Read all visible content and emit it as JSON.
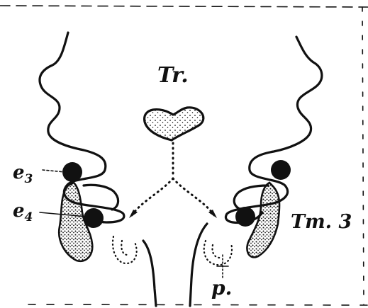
{
  "labels": {
    "tr": "Tr.",
    "e3_main": "e",
    "e3_sub": "3",
    "e4_main": "e",
    "e4_sub": "4",
    "tm3": "Tm. 3",
    "p": "p."
  },
  "colors": {
    "ink": "#111111",
    "paper": "#ffffff"
  }
}
